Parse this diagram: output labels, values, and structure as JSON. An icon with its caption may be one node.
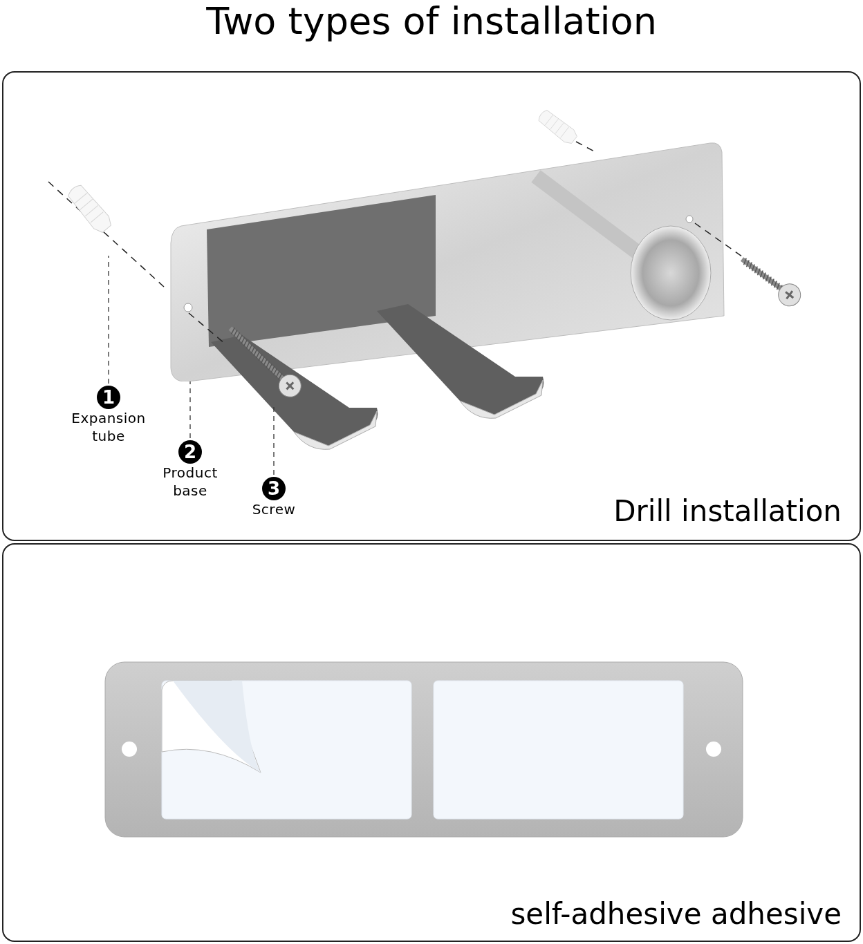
{
  "diagram": {
    "title": "Two types of installation",
    "nodes": [
      {
        "text": [
          "Drill installation"
        ]
      },
      {
        "text": [
          "self-adhesive adhesive"
        ]
      },
      {
        "text": [
          "1",
          "Expansion tube"
        ],
        "in": 0
      },
      {
        "text": [
          "2",
          "Product base"
        ],
        "in": 0
      },
      {
        "text": [
          "3",
          "Screw"
        ],
        "in": 0
      },
      {
        "text": [],
        "shape": "picture",
        "in": 0
      },
      {
        "text": [],
        "shape": "picture",
        "in": 0
      },
      {
        "text": [],
        "shape": "picture",
        "in": 0
      }
    ],
    "edges": [
      {
        "from": 2,
        "to": 5,
        "arrow": "none",
        "style": "dashed"
      },
      {
        "from": 3,
        "to": 6,
        "arrow": "none",
        "style": "dashed"
      },
      {
        "from": 4,
        "to": 7,
        "arrow": "none",
        "style": "dashed"
      }
    ]
  }
}
